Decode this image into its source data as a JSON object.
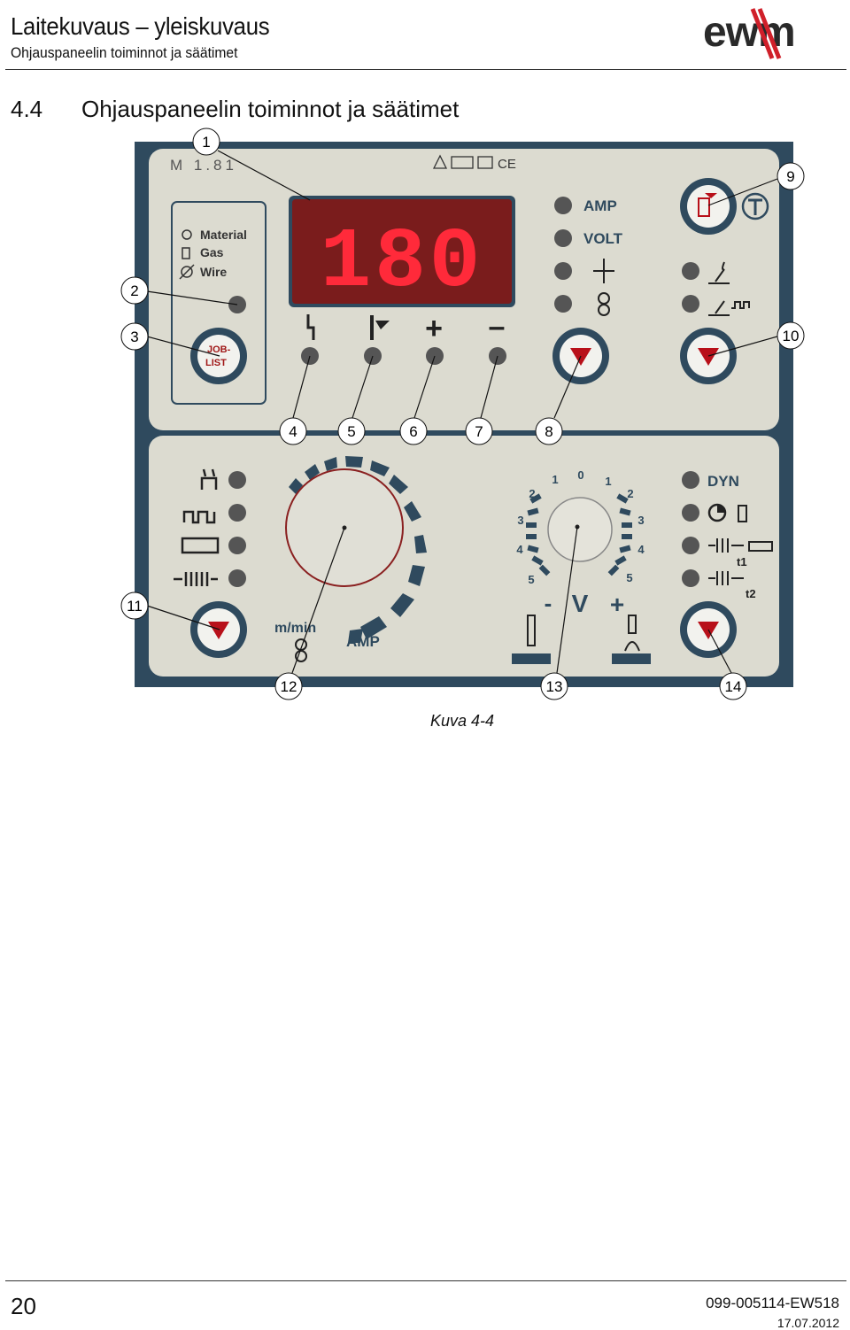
{
  "header": {
    "title": "Laitekuvaus – yleiskuvaus",
    "subtitle": "Ohjauspaneelin toiminnot ja säätimet",
    "logo_text": "ewm"
  },
  "section": {
    "number": "4.4",
    "title": "Ohjauspaneelin toiminnot ja säätimet"
  },
  "panel": {
    "model": "M 1.81",
    "display_value": "180",
    "param_labels": [
      "AMP",
      "VOLT"
    ],
    "joblist_labels": [
      "Material",
      "Gas",
      "Wire"
    ],
    "job_button": [
      "JOB-",
      "LIST"
    ],
    "wire_speed_label": "m/min",
    "amp_label": "AMP",
    "dyn_label": "DYN",
    "t1_label": "t1",
    "t2_label": "t2",
    "voltage_label": "V",
    "minus_label": "-",
    "plus_label": "+",
    "voltage_scale": [
      "0",
      "1",
      "2",
      "3",
      "4",
      "5",
      "1",
      "2",
      "3",
      "4",
      "5"
    ],
    "display_signs": [
      "+",
      "–"
    ],
    "callouts": [
      "1",
      "2",
      "3",
      "4",
      "5",
      "6",
      "7",
      "8",
      "9",
      "10",
      "11",
      "12",
      "13",
      "14"
    ]
  },
  "colors": {
    "panel_frame": "#2f4a5e",
    "panel_face": "#dcdbd0",
    "display_bg": "#7a1c1c",
    "led_digit": "#ff2a3a",
    "button_arrow": "#b8101a"
  },
  "caption": "Kuva 4-4",
  "footer": {
    "page": "20",
    "doc_number": "099-005114-EW518",
    "date": "17.07.2012"
  }
}
